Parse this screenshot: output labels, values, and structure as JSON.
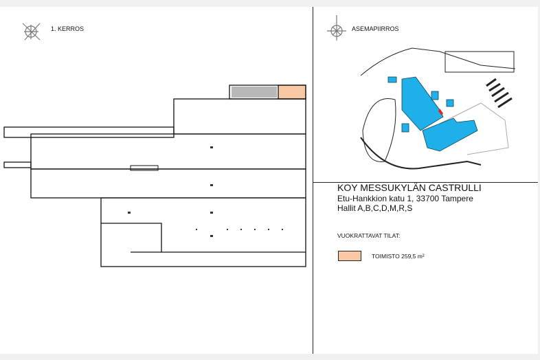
{
  "floor_plan": {
    "label": "1. KERROS"
  },
  "site_plan": {
    "label": "ASEMAPIIRROS"
  },
  "property": {
    "name": "KOY MESSUKYLÄN CASTRULLI",
    "address": "Etu-Hankkion katu 1, 33700 Tampere",
    "halls": "Hallit A,B,C,D,M,R,S"
  },
  "legend": {
    "heading": "VUOKRATTAVAT TILAT:",
    "items": [
      {
        "label": "TOIMISTO 259,5 m²",
        "color": "#f8c8a4"
      }
    ]
  },
  "colors": {
    "building": "#1fb0ea",
    "highlight": "#e82020",
    "rental": "#f8c8a4"
  }
}
